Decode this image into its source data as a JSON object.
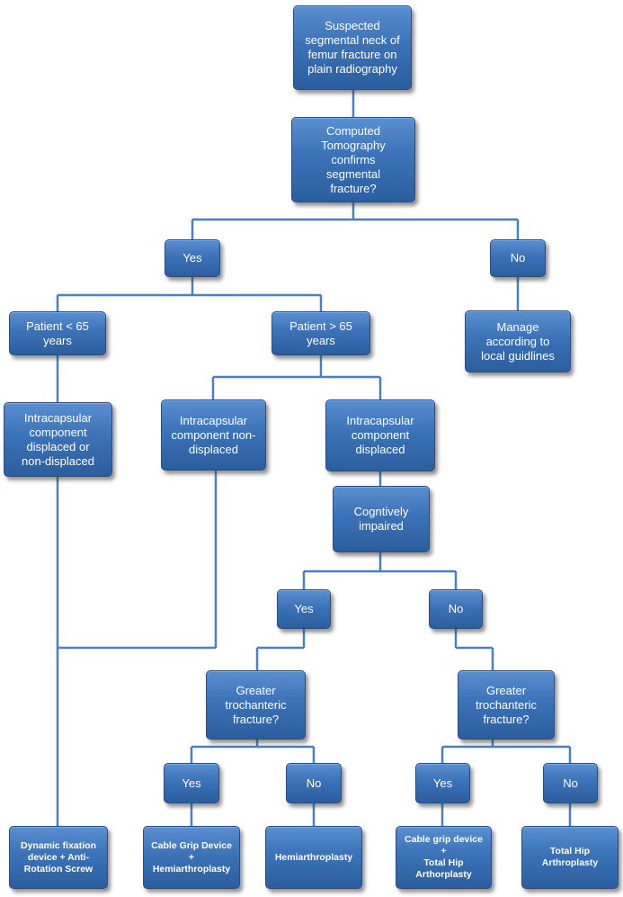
{
  "nodes": {
    "suspected": "Suspected\nsegmental neck of\nfemur fracture on\nplain radiography",
    "ct": "Computed\nTomography\nconfirms\nsegmental\nfracture?",
    "yes1": "Yes",
    "no1": "No",
    "manage": "Manage\naccording to\nlocal guidlines",
    "under65": "Patient < 65\nyears",
    "over65": "Patient > 65\nyears",
    "intra_either": "Intracapsular\ncomponent\ndisplaced or\nnon-displaced",
    "intra_nondisp": "Intracapsular\ncomponent non-\ndisplaced",
    "intra_disp": "Intracapsular\ncomponent\ndisplaced",
    "cognitive": "Cogntively\nimpaired",
    "yes2": "Yes",
    "no2": "No",
    "gt_left": "Greater\ntrochanteric\nfracture?",
    "gt_right": "Greater\ntrochanteric\nfracture?",
    "yes3": "Yes",
    "no3": "No",
    "yes4": "Yes",
    "no4": "No",
    "dhs": "Dynamic fixation\ndevice + Anti-\nRotation Screw",
    "cable_hemi": "Cable Grip Device\n+\nHemiarthroplasty",
    "hemi": "Hemiarthroplasty",
    "cable_thr": "Cable grip device +\nTotal Hip\nArthorplasty",
    "thr": "Total Hip\nArthroplasty"
  },
  "colors": {
    "box_fill": "#3b72b8",
    "connector": "#4a7fc0",
    "text": "#ffffff"
  }
}
